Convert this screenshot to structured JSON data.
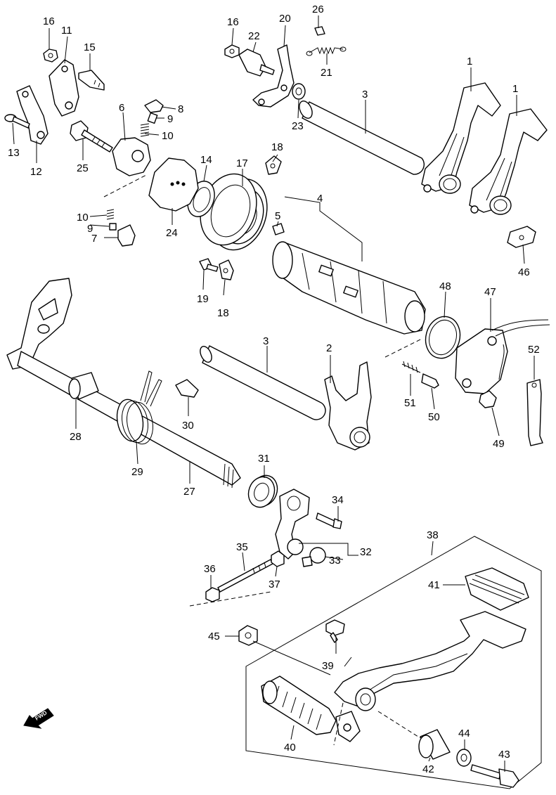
{
  "diagram": {
    "fwd_label": "FWD",
    "parts": [
      {
        "key": "p1a",
        "label": "1"
      },
      {
        "key": "p1b",
        "label": "1"
      },
      {
        "key": "p2",
        "label": "2"
      },
      {
        "key": "p3a",
        "label": "3"
      },
      {
        "key": "p3b",
        "label": "3"
      },
      {
        "key": "p4",
        "label": "4"
      },
      {
        "key": "p5",
        "label": "5"
      },
      {
        "key": "p6",
        "label": "6"
      },
      {
        "key": "p7",
        "label": "7"
      },
      {
        "key": "p8",
        "label": "8"
      },
      {
        "key": "p9a",
        "label": "9"
      },
      {
        "key": "p9b",
        "label": "9"
      },
      {
        "key": "p10a",
        "label": "10"
      },
      {
        "key": "p10b",
        "label": "10"
      },
      {
        "key": "p11",
        "label": "11"
      },
      {
        "key": "p12",
        "label": "12"
      },
      {
        "key": "p13",
        "label": "13"
      },
      {
        "key": "p14",
        "label": "14"
      },
      {
        "key": "p15",
        "label": "15"
      },
      {
        "key": "p16a",
        "label": "16"
      },
      {
        "key": "p16b",
        "label": "16"
      },
      {
        "key": "p17",
        "label": "17"
      },
      {
        "key": "p18a",
        "label": "18"
      },
      {
        "key": "p18b",
        "label": "18"
      },
      {
        "key": "p19",
        "label": "19"
      },
      {
        "key": "p20",
        "label": "20"
      },
      {
        "key": "p21",
        "label": "21"
      },
      {
        "key": "p22",
        "label": "22"
      },
      {
        "key": "p23",
        "label": "23"
      },
      {
        "key": "p24",
        "label": "24"
      },
      {
        "key": "p25",
        "label": "25"
      },
      {
        "key": "p26",
        "label": "26"
      },
      {
        "key": "p27",
        "label": "27"
      },
      {
        "key": "p28",
        "label": "28"
      },
      {
        "key": "p29",
        "label": "29"
      },
      {
        "key": "p30",
        "label": "30"
      },
      {
        "key": "p31",
        "label": "31"
      },
      {
        "key": "p32",
        "label": "32"
      },
      {
        "key": "p33",
        "label": "33"
      },
      {
        "key": "p34",
        "label": "34"
      },
      {
        "key": "p35",
        "label": "35"
      },
      {
        "key": "p36",
        "label": "36"
      },
      {
        "key": "p37",
        "label": "37"
      },
      {
        "key": "p38",
        "label": "38"
      },
      {
        "key": "p39",
        "label": "39"
      },
      {
        "key": "p40",
        "label": "40"
      },
      {
        "key": "p41",
        "label": "41"
      },
      {
        "key": "p42",
        "label": "42"
      },
      {
        "key": "p43",
        "label": "43"
      },
      {
        "key": "p44",
        "label": "44"
      },
      {
        "key": "p45",
        "label": "45"
      },
      {
        "key": "p46",
        "label": "46"
      },
      {
        "key": "p47",
        "label": "47"
      },
      {
        "key": "p48",
        "label": "48"
      },
      {
        "key": "p49",
        "label": "49"
      },
      {
        "key": "p50",
        "label": "50"
      },
      {
        "key": "p51",
        "label": "51"
      },
      {
        "key": "p52",
        "label": "52"
      }
    ]
  }
}
